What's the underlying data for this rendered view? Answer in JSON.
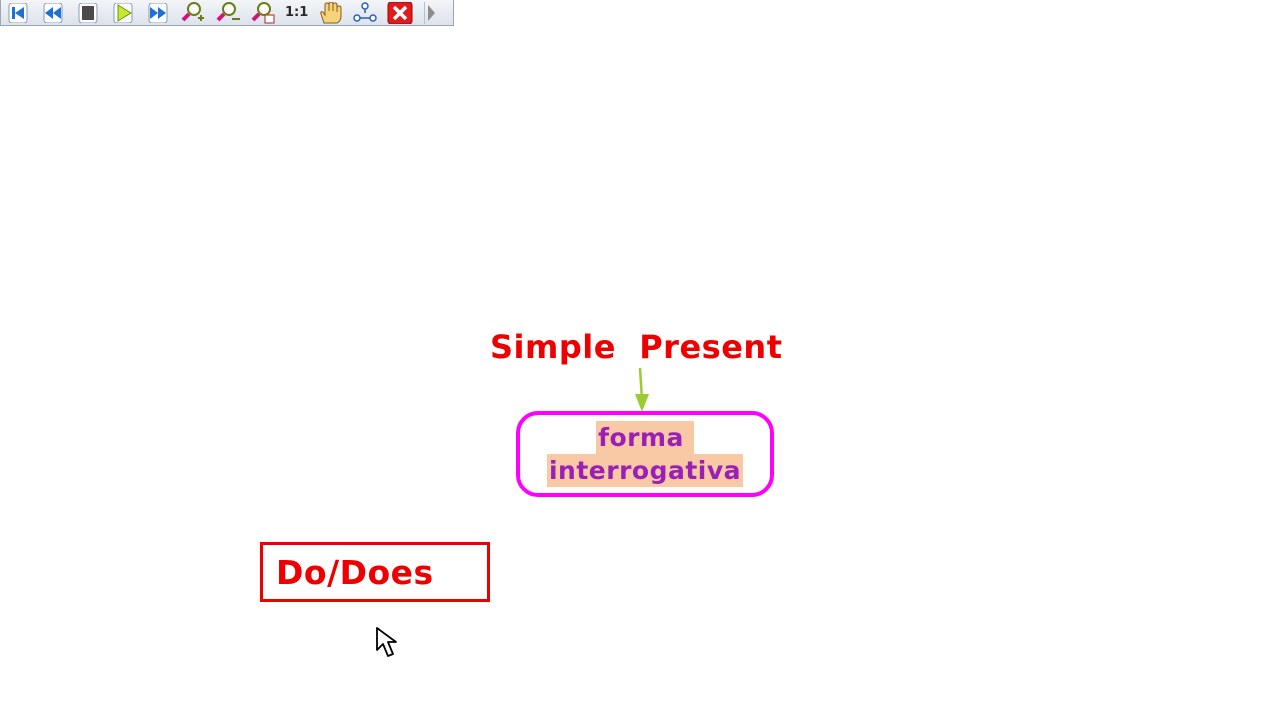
{
  "toolbar": {
    "buttons": [
      {
        "icon": "first-slide-icon"
      },
      {
        "icon": "previous-slide-icon"
      },
      {
        "icon": "stop-icon"
      },
      {
        "icon": "play-icon"
      },
      {
        "icon": "next-slide-icon"
      },
      {
        "icon": "zoom-in-icon"
      },
      {
        "icon": "zoom-out-icon"
      },
      {
        "icon": "zoom-fit-icon"
      }
    ],
    "zoom_reset_label": "1:1",
    "tools": [
      {
        "icon": "hand-pan-icon"
      },
      {
        "icon": "map-structure-icon"
      },
      {
        "icon": "close-icon"
      }
    ]
  },
  "diagram": {
    "title": "Simple  Present",
    "concept_line1": "forma ",
    "concept_line2": "interrogativa",
    "do_label": "Do/Does"
  },
  "colors": {
    "title": "#ee0000",
    "concept_border": "#ff00ff",
    "concept_text": "#9b1fb7",
    "concept_highlight": "#f8c9a4",
    "arrow": "#99cc33",
    "do_border": "#ee0000"
  }
}
